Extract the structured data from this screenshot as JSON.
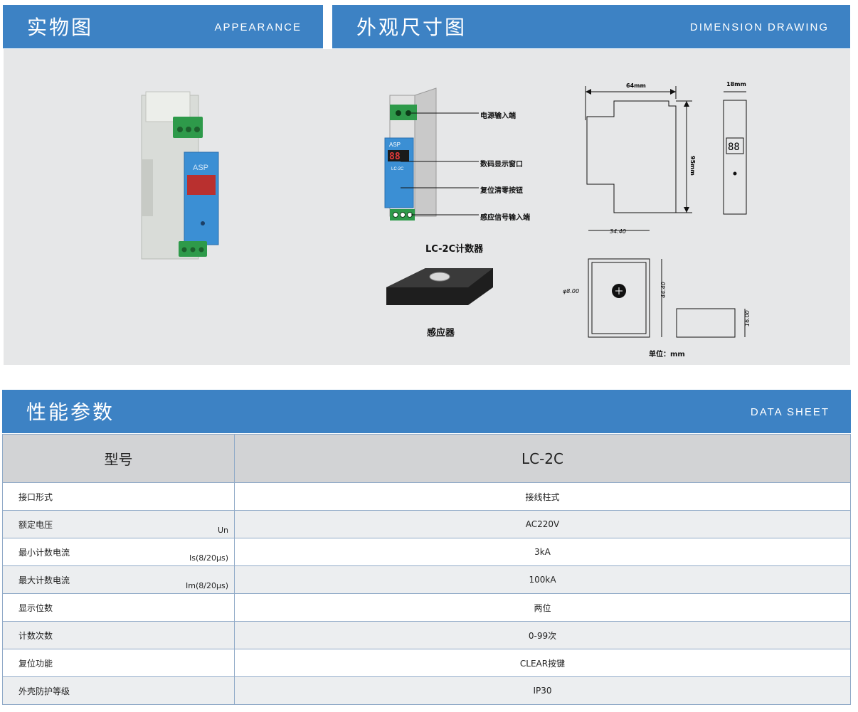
{
  "appearance": {
    "title_cn": "实物图",
    "title_en": "APPEARANCE"
  },
  "dimension": {
    "title_cn": "外观尺寸图",
    "title_en": "DIMENSION DRAWING"
  },
  "diagram": {
    "callouts": [
      "电源输入端",
      "数码显示窗口",
      "复位清零按钮",
      "感应信号输入端"
    ],
    "device_caption": "LC-2C计数器",
    "sensor_caption": "感应器",
    "dims": {
      "width": "64mm",
      "depth": "18mm",
      "height": "95mm",
      "sensor_w": "34.40",
      "sensor_h": "44.40",
      "sensor_d": "16.00",
      "hole": "φ8.00"
    },
    "unit_note": "单位：mm",
    "device_label": "LC-2C",
    "brand": "ASP",
    "display": "88"
  },
  "datasheet": {
    "title_cn": "性能参数",
    "title_en": "DATA SHEET",
    "head_label": "型号",
    "head_value": "LC-2C",
    "rows": [
      {
        "name": "接口形式",
        "unit": "",
        "value": "接线柱式"
      },
      {
        "name": "额定电压",
        "unit": "Un",
        "value": "AC220V"
      },
      {
        "name": "最小计数电流",
        "unit": "Is(8/20μs)",
        "value": "3kA"
      },
      {
        "name": "最大计数电流",
        "unit": "Im(8/20μs)",
        "value": "100kA"
      },
      {
        "name": "显示位数",
        "unit": "",
        "value": "两位"
      },
      {
        "name": "计数次数",
        "unit": "",
        "value": "0-99次"
      },
      {
        "name": "复位功能",
        "unit": "",
        "value": "CLEAR按键"
      },
      {
        "name": "外壳防护等级",
        "unit": "",
        "value": "IP30"
      }
    ]
  },
  "colors": {
    "header": "#3d82c4",
    "panel": "#e6e7e8",
    "terminal": "#2e9a4a",
    "module": "#3b8fd4",
    "display": "#d42a2a"
  }
}
